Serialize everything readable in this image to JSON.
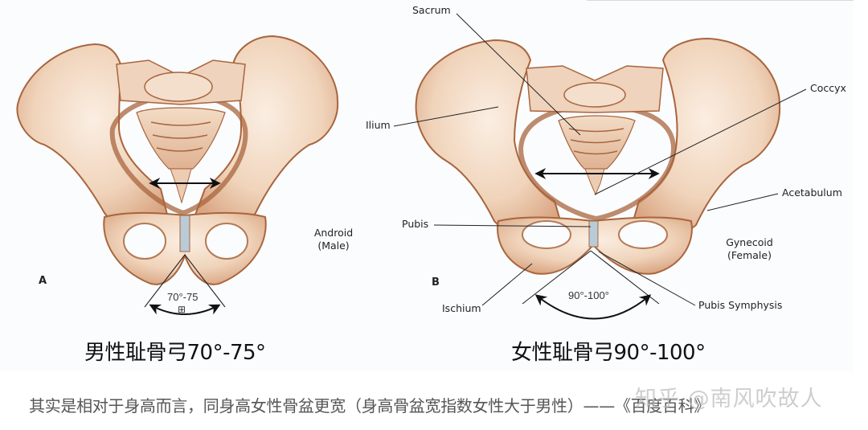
{
  "figure": {
    "panel_a": {
      "letter": "A",
      "type_label_line1": "Android",
      "type_label_line2": "(Male)",
      "angle_label": "70°-75",
      "angle_marker": "⊞",
      "caption": "男性耻骨弓70°-75°"
    },
    "panel_b": {
      "letter": "B",
      "type_label_line1": "Gynecoid",
      "type_label_line2": "(Female)",
      "angle_label": "90°-100°",
      "caption": "女性耻骨弓90°-100°",
      "anatomy_labels": {
        "sacrum": "Sacrum",
        "ilium": "Ilium",
        "coccyx": "Coccyx",
        "acetabulum": "Acetabulum",
        "pubis": "Pubis",
        "ischium": "Ischium",
        "pubis_symphysis": "Pubis Symphysis"
      }
    },
    "colors": {
      "bone_fill": "#f2d9c2",
      "bone_shade": "#d9a888",
      "bone_outline": "#a8653e",
      "symphysis": "#b9cbd6",
      "leader_line": "#222222"
    }
  },
  "footnote": {
    "text": "其实是相对于身高而言，同身高女性骨盆更宽（身高骨盆宽指数女性大于男性）——《百度百科》"
  },
  "watermark": {
    "text": "知乎 @南风吹故人"
  }
}
